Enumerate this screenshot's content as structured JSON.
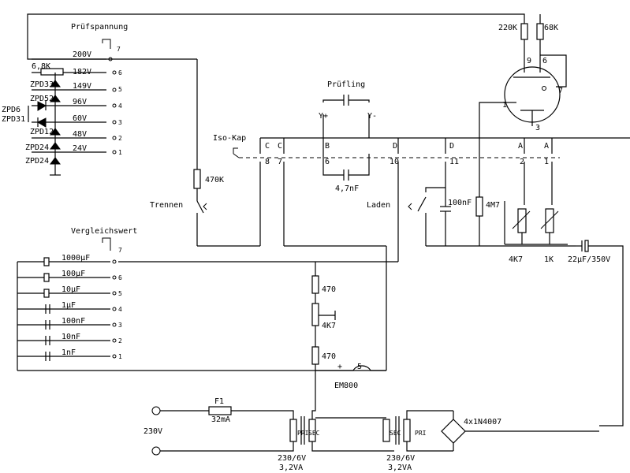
{
  "labels": {
    "pruefspannung": "Prüfspannung",
    "v200": "200V",
    "v182": "182V",
    "v149": "149V",
    "v96": "96V",
    "v60": "60V",
    "v48": "48V",
    "v24": "24V",
    "r68k": "6,8K",
    "zpd33": "ZPD33",
    "zpd52": "ZPD52",
    "zpd6": "ZPD6",
    "zpd31": "ZPD31",
    "zpd12": "ZPD12",
    "zpd24a": "ZPD24",
    "zpd24b": "ZPD24",
    "pruefling": "Prüfling",
    "isokap": "Iso-Kap",
    "c47nf": "4,7nF",
    "r470k": "470K",
    "trennen": "Trennen",
    "laden": "Laden",
    "c100nf": "100nF",
    "r4m7": "4M7",
    "r220k": "220K",
    "r68ka": "68K",
    "p4k7a": "4K7",
    "p1k": "1K",
    "c22uf": "22µF/350V",
    "vergleichswert": "Vergleichswert",
    "c1000uf": "1000µF",
    "c100uf": "100µF",
    "c10uf": "10µF",
    "c1uf": "1µF",
    "c100nf2": "100nF",
    "c10nf": "10nF",
    "c1nf": "1nF",
    "r470a": "470",
    "p4k7b": "4K7",
    "r470b": "470",
    "em800": "EM800",
    "f1": "F1",
    "f32ma": "32mA",
    "v230": "230V",
    "tr1a": "230/6V",
    "tr1b": "3,2VA",
    "tr2a": "230/6V",
    "tr2b": "3,2VA",
    "bridge": "4x1N4007",
    "pri1": "PRI",
    "sec1": "SEC",
    "sec2": "SEC",
    "pri2": "PRI",
    "sw_c": "C",
    "sw_c2": "C",
    "sw_b": "B",
    "sw_d": "D",
    "sw_d2": "D",
    "sw_a": "A",
    "sw_a2": "A",
    "n8": "8",
    "n7": "7",
    "n6": "6",
    "n10": "10",
    "n11": "11",
    "n2": "2",
    "n1": "1",
    "pin9": "9",
    "pin6": "6",
    "pin7": "7",
    "pin1": "1",
    "pin3": "3",
    "pin5": "5",
    "plus": "+",
    "yplus": "Y+",
    "yminus": "Y-",
    "sel_top": "7",
    "s6": "6",
    "s5": "5",
    "s4": "4",
    "s3": "3",
    "s2": "2",
    "s1": "1",
    "b7": "7",
    "b6": "6",
    "b5": "5",
    "b4": "4",
    "b3": "3",
    "b2": "2",
    "b1": "1"
  }
}
